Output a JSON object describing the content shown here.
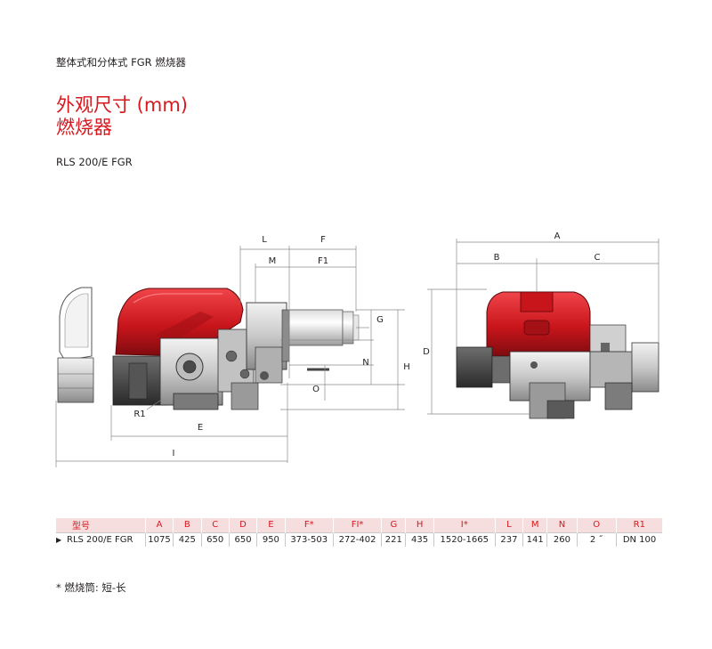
{
  "header": {
    "subtitle": "整体式和分体式 FGR 燃烧器",
    "title_line1": "外观尺寸 (mm)",
    "title_line2": "燃烧器",
    "model": "RLS 200/E FGR"
  },
  "drawing_labels": {
    "L": "L",
    "F": "F",
    "M": "M",
    "F1": "F1",
    "G": "G",
    "N": "N",
    "H": "H",
    "O": "O",
    "E": "E",
    "I": "I",
    "R1": "R1",
    "A": "A",
    "B": "B",
    "C": "C",
    "D": "D"
  },
  "table": {
    "headers": [
      "型号",
      "A",
      "B",
      "C",
      "D",
      "E",
      "F*",
      "FI*",
      "G",
      "H",
      "I*",
      "L",
      "M",
      "N",
      "O",
      "R1"
    ],
    "row": [
      "RLS 200/E FGR",
      "1075",
      "425",
      "650",
      "650",
      "950",
      "373-503",
      "272-402",
      "221",
      "435",
      "1520-1665",
      "237",
      "141",
      "260",
      "2 ˝",
      "DN 100"
    ]
  },
  "footnote": "* 燃烧筒: 短-长",
  "colors": {
    "accent_red": "#d7191f",
    "header_bg": "#f6dede"
  }
}
